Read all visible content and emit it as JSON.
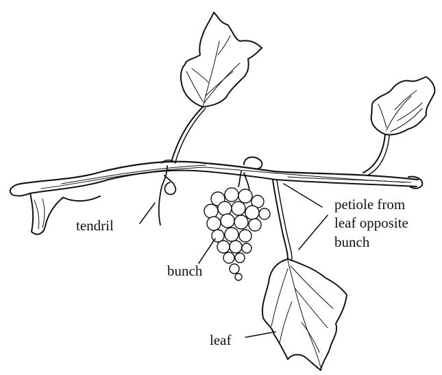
{
  "labels": {
    "tendril": "tendril",
    "bunch": "bunch",
    "petiole_line1": "petiole from",
    "petiole_line2": "leaf opposite",
    "petiole_line3": "bunch",
    "leaf": "leaf"
  }
}
